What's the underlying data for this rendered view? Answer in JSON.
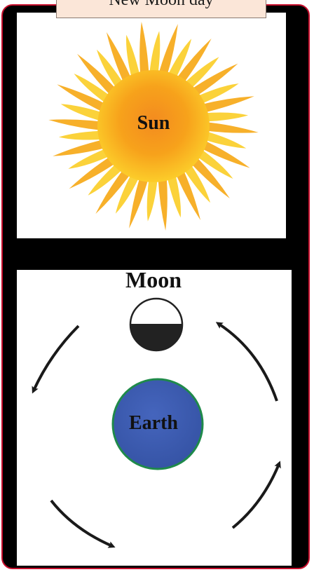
{
  "title": "New Moon day",
  "labels": {
    "sun": "Sun",
    "moon": "Moon",
    "earth": "Earth"
  },
  "colors": {
    "frame_border": "#c8102e",
    "title_bg": "#fbe6d8",
    "sun_core": "#f7a21b",
    "sun_rays": "#fbd23a",
    "earth_fill": "#3f5db0",
    "earth_outline": "#1f8a4a",
    "moon_dark": "#222222"
  },
  "moon_phase": "new moon (lit half facing the Sun)",
  "orbit_direction": "counter-clockwise"
}
